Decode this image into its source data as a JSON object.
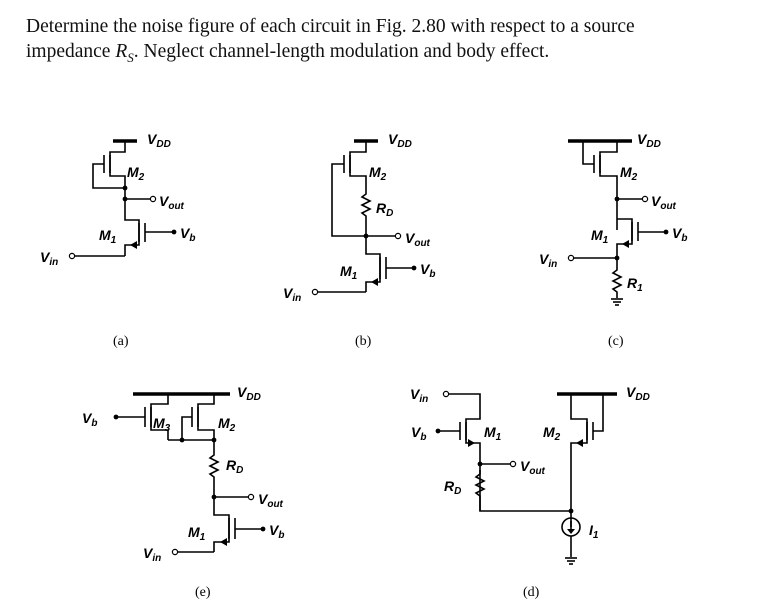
{
  "problem": {
    "line1": "Determine the noise figure of each circuit in Fig. 2.80 with respect to a source",
    "line2_pre": "impedance ",
    "line2_var": "R",
    "line2_sub": "S",
    "line2_post": ". Neglect channel-length modulation and body effect."
  },
  "labels": {
    "vdd_main": "V",
    "vdd_sub": "DD",
    "vout_main": "V",
    "vout_sub": "out",
    "vin_main": "V",
    "vin_sub": "in",
    "vb_main": "V",
    "vb_sub": "b",
    "m_main": "M",
    "m1_sub": "1",
    "m2_sub": "2",
    "m3_sub": "3",
    "rd_main": "R",
    "rd_sub": "D",
    "r1_main": "R",
    "r1_sub": "1",
    "i1_main": "I",
    "i1_sub": "1"
  },
  "captions": {
    "a": "(a)",
    "b": "(b)",
    "c": "(c)",
    "d": "(d)",
    "e": "(e)"
  }
}
